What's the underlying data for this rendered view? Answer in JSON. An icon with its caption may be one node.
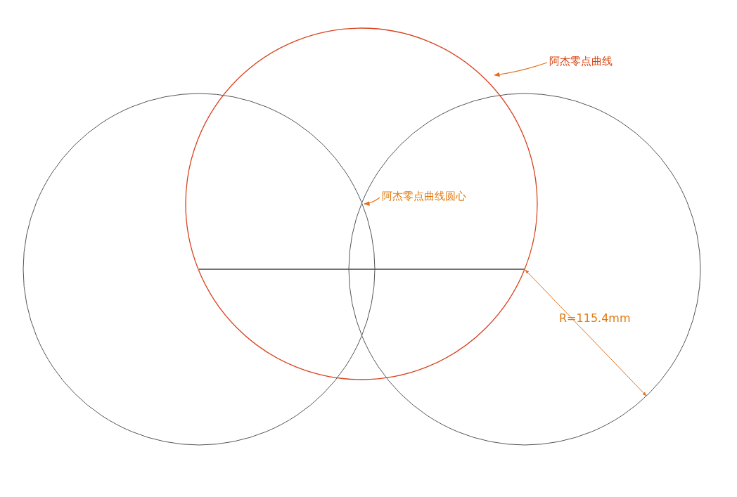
{
  "diagram": {
    "nodes": [
      {
        "text": [
          "阿杰零点曲线"
        ]
      },
      {
        "text": [],
        "shape": "circle"
      },
      {
        "text": [
          "阿杰零点曲线圆心"
        ],
        "in": 1
      }
    ],
    "edges": [
      {
        "from": 0,
        "to": 1,
        "arrow": "to"
      },
      {
        "from": 2,
        "to": null,
        "arrow": "to"
      }
    ],
    "labels": [
      "R=115.4mm"
    ]
  }
}
